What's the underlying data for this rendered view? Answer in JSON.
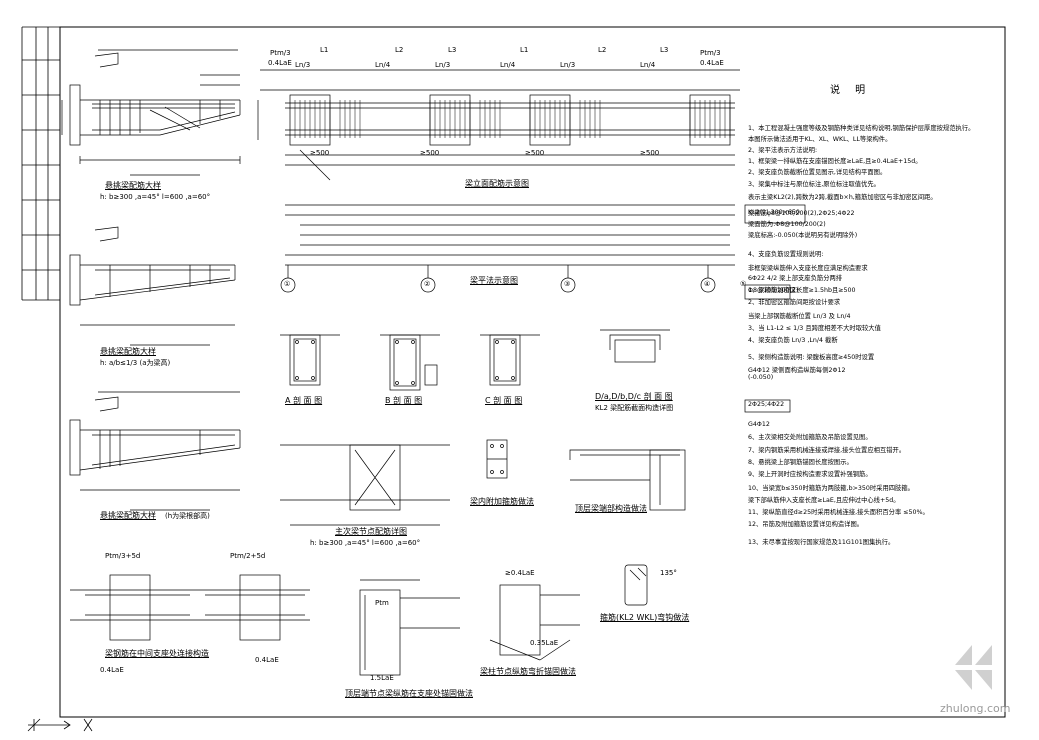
{
  "notes_title": "说   明",
  "notes": [
    "1、本工程混凝土强度等级及钢筋种类详见结构说明,钢筋保护层厚度按规范执行。",
    "  本图所示做法适用于KL、XL、WKL、LL等梁构件。",
    "2、梁平法表示方法说明:",
    "  1、框架梁一排纵筋在支座锚固长度≥LaE,且≥0.4LaE+15d。",
    "  2、梁支座负筋截断位置见图示,详见结构平面图。",
    "3、梁集中标注与原位标注,原位标注取值优先。",
    "  表示主梁KL2(2),跨数为2跨,截面b×h,箍筋加密区与非加密区间距。",
    "  梁箍筋φ8@100/200(2),2Φ25;4Φ22",
    "  梁面筋为:Φ8@100/200(2)",
    "  梁底标高:-0.050(本说明另有说明除外)",
    "4、支座负筋设置规则说明:",
    "  非框架梁纵筋伸入支座长度应满足构造要求",
    "  6Φ22 4/2  梁上部支座负筋分两排",
    "  1、梁箍筋加密区长度≥1.5hb且≥500",
    "  2、非加密区箍筋间距按设计要求",
    "  当梁上部钢筋截断位置 Ln/3 及 Ln/4",
    "  3、当 L1-L2 ≤ 1/3 且跨度相差不大时取较大值",
    "  4、梁支座负筋 Ln/3 ,Ln/4 截断",
    "5、梁侧构造筋说明: 梁腹板高度≥450时设置",
    "  G4Φ12 梁侧面构造纵筋每侧2Φ12",
    "6、主次梁相交处附加箍筋及吊筋设置见图。",
    "7、梁内钢筋采用机械连接或焊接,接头位置应相互错开。",
    "8、悬挑梁上部钢筋锚固长度按图示。",
    "9、梁上开洞时应按构造要求设置补强钢筋。",
    "10、当梁宽b≤350时箍筋为两肢箍,b>350时采用四肢箍。",
    "  梁下部纵筋伸入支座长度≥LaE,且应伸过中心线+5d。",
    "11、梁纵筋直径d≥25时采用机械连接,接头面积百分率 ≤50%。",
    "12、吊筋及附加箍筋设置详见构造详图。",
    "13、未尽事宜按现行国家规范及11G101图集执行。"
  ],
  "notes_legend": [
    "KL2(2) 300×650",
    "Φ8@100/200(2)",
    "2Φ25;4Φ22",
    "G4Φ12",
    "(-0.050)"
  ],
  "beam_elevation": {
    "dims": [
      "L1",
      "L2",
      "L3",
      "L1",
      "L2",
      "L3"
    ],
    "labels": [
      "Ln/3",
      "Ln/4",
      "Ln/3",
      "Ln/4",
      "Ln/3",
      "Ln/4",
      "≥500",
      "≥500",
      "≥500",
      "≥500"
    ],
    "left_note": "Ptm/3",
    "right_note": "Ptm/3",
    "anchor_left": "0.4LaE",
    "anchor_right": "0.4LaE",
    "title": "梁立面配筋示意图"
  },
  "grid_axes": [
    "①",
    "②",
    "③",
    "④",
    "⑤"
  ],
  "plan_title": "梁平法示意图",
  "cantilever_titles": [
    "悬挑梁配筋大样",
    "悬挑梁配筋大样",
    "悬挑梁配筋大样"
  ],
  "cantilever_notes": [
    "h: b≥300 ,a=45°  l=600 ,a=60°",
    "h: a/b≤1/3 (a为梁高)",
    "(h为梁根部高)"
  ],
  "sections": [
    "A 剖 面 图",
    "B 剖 面 图",
    "C 剖 面 图",
    "D/a,D/b,D/c 剖 面 图"
  ],
  "section_note": "KL2 梁配筋截面构造详图",
  "joint_titles": [
    "主次梁节点配筋详图",
    "梁内附加箍筋做法",
    "顶层梁端部构造做法"
  ],
  "joint_notes": [
    "h: b≥300 ,a=45°   l=600 ,a=60°"
  ],
  "bottom_titles": [
    "梁钢筋在中间支座处连接构造",
    "顶层端节点梁纵筋在支座处锚固做法",
    "梁柱节点纵筋弯折锚固做法",
    "箍筋(KL2 WKL)弯钩做法"
  ],
  "bottom_notes": [
    "Ptm/3+5d",
    "Ptm/2+5d",
    "0.4LaE",
    "0.4LaE",
    "1.5LaE",
    "≥0.4LaE",
    "Ptm",
    "0.35LaE",
    "135°"
  ],
  "watermark": "zhulong.com"
}
